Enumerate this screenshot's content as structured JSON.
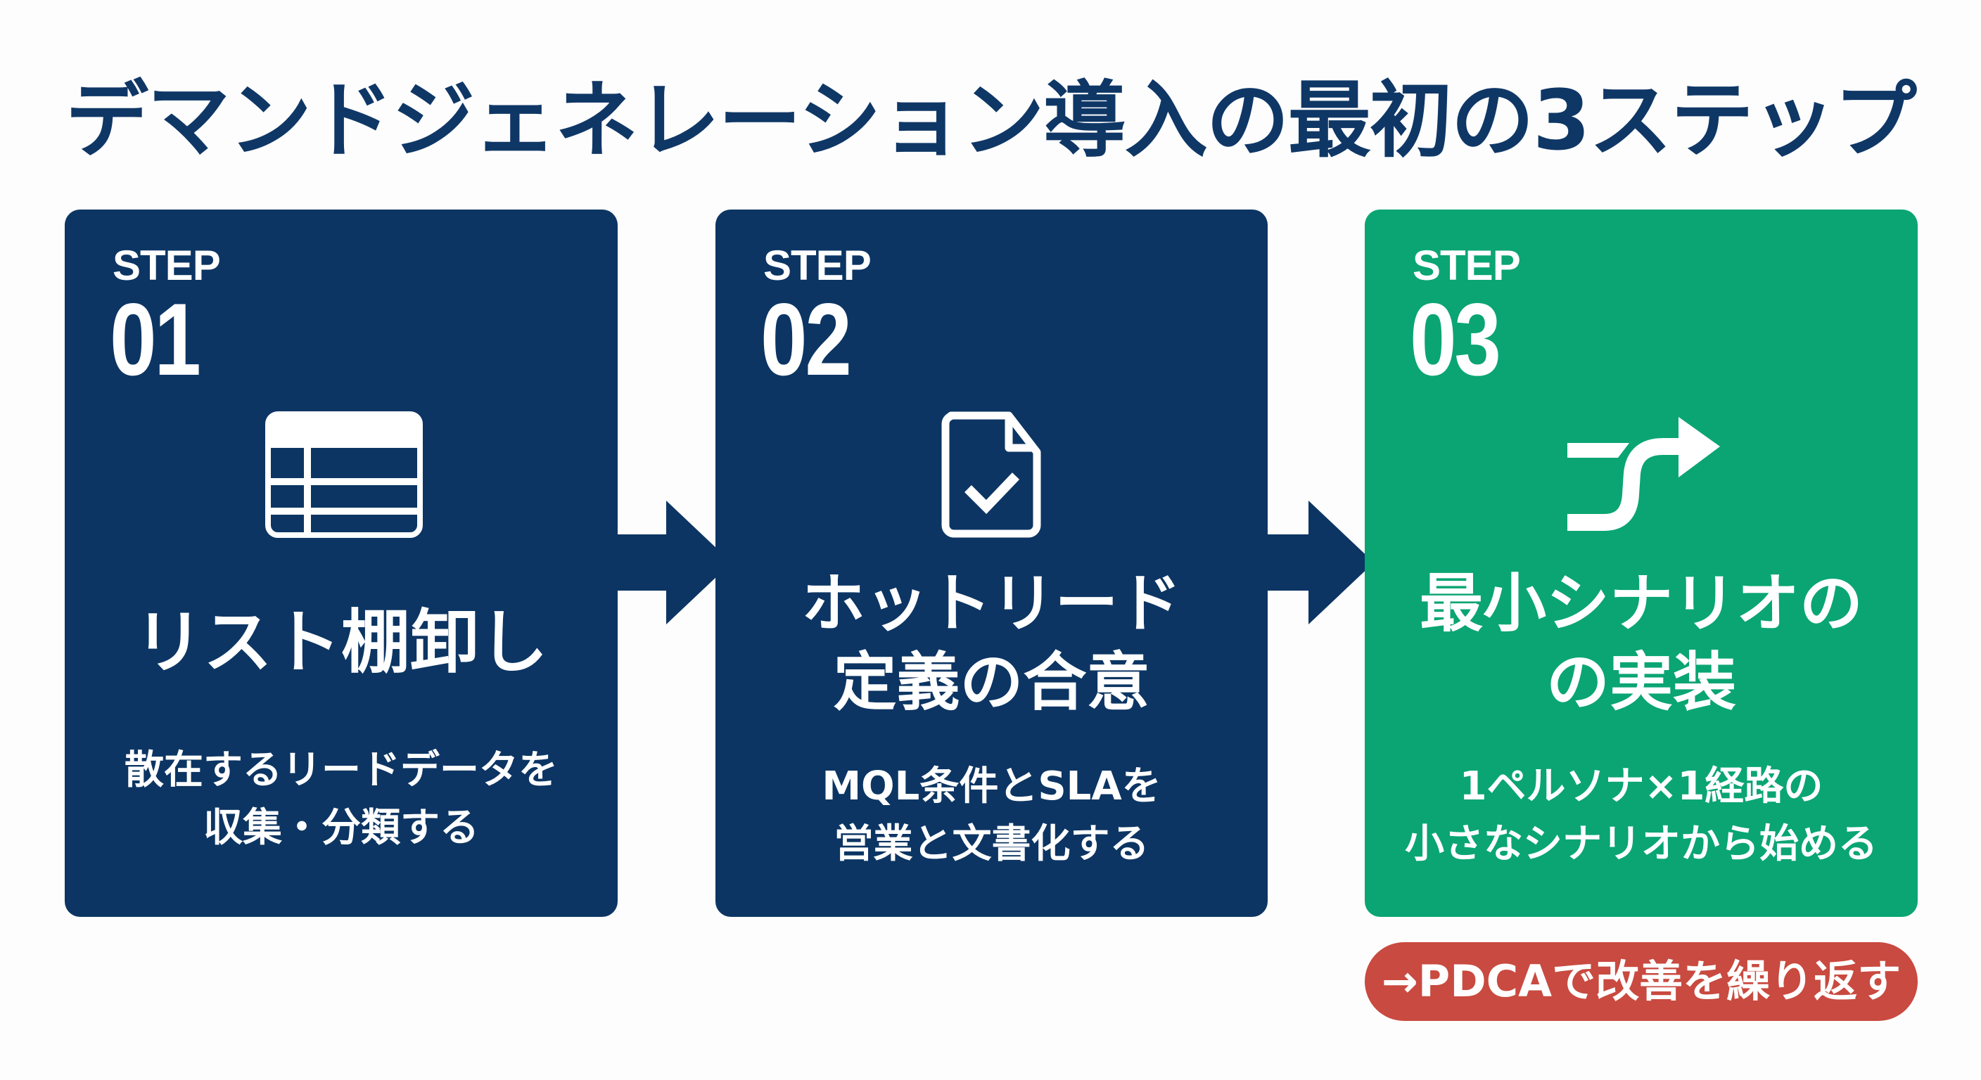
{
  "title": "デマンドジェネレーション導入の最初の3ステップ",
  "colors": {
    "navy": "#0c3563",
    "green": "#0aa573",
    "red": "#c94a40",
    "title": "#0f3766",
    "background": "#fdfdfd"
  },
  "steps": [
    {
      "label": "STEP",
      "number": "01",
      "icon": "table-icon",
      "heading": "リスト棚卸し",
      "body_lines": [
        "散在するリードデータを",
        "収集・分類する"
      ]
    },
    {
      "label": "STEP",
      "number": "02",
      "icon": "document-check-icon",
      "heading_lines": [
        "ホットリード",
        "定義の合意"
      ],
      "body_lines": [
        "MQL条件とSLAを",
        "営業と文書化する"
      ]
    },
    {
      "label": "STEP",
      "number": "03",
      "icon": "merge-arrow-icon",
      "heading_lines": [
        "最小シナリオの",
        "の実装"
      ],
      "body_lines": [
        "1ペルソナ×1経路の",
        "小さなシナリオから始める"
      ]
    }
  ],
  "flow_arrows": [
    "arrow-right-icon",
    "arrow-right-icon"
  ],
  "footer_badge": "→PDCAで改善を繰り返す"
}
